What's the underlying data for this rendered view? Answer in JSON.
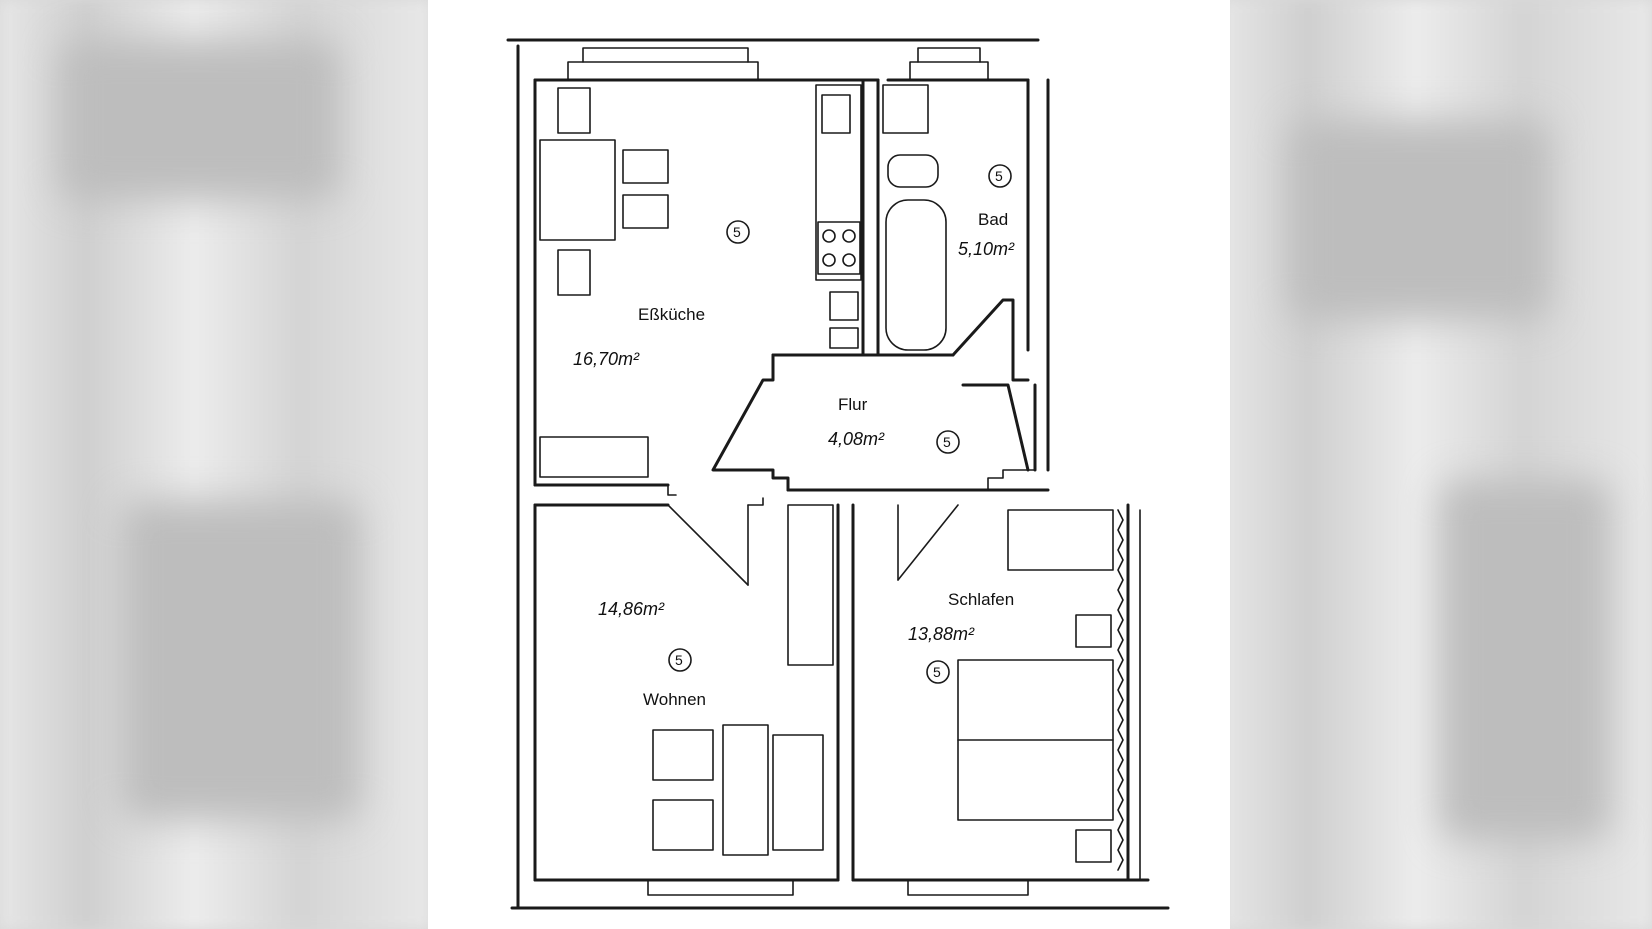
{
  "rooms": {
    "kitchen": {
      "name": "Eßküche",
      "area": "16,70m²",
      "marker": "5"
    },
    "bath": {
      "name": "Bad",
      "area": "5,10m²",
      "marker": "5"
    },
    "hall": {
      "name": "Flur",
      "area": "4,08m²",
      "marker": "5"
    },
    "living": {
      "name": "Wohnen",
      "area": "14,86m²",
      "marker": "5"
    },
    "bedroom": {
      "name": "Schlafen",
      "area": "13,88m²",
      "marker": "5"
    }
  }
}
